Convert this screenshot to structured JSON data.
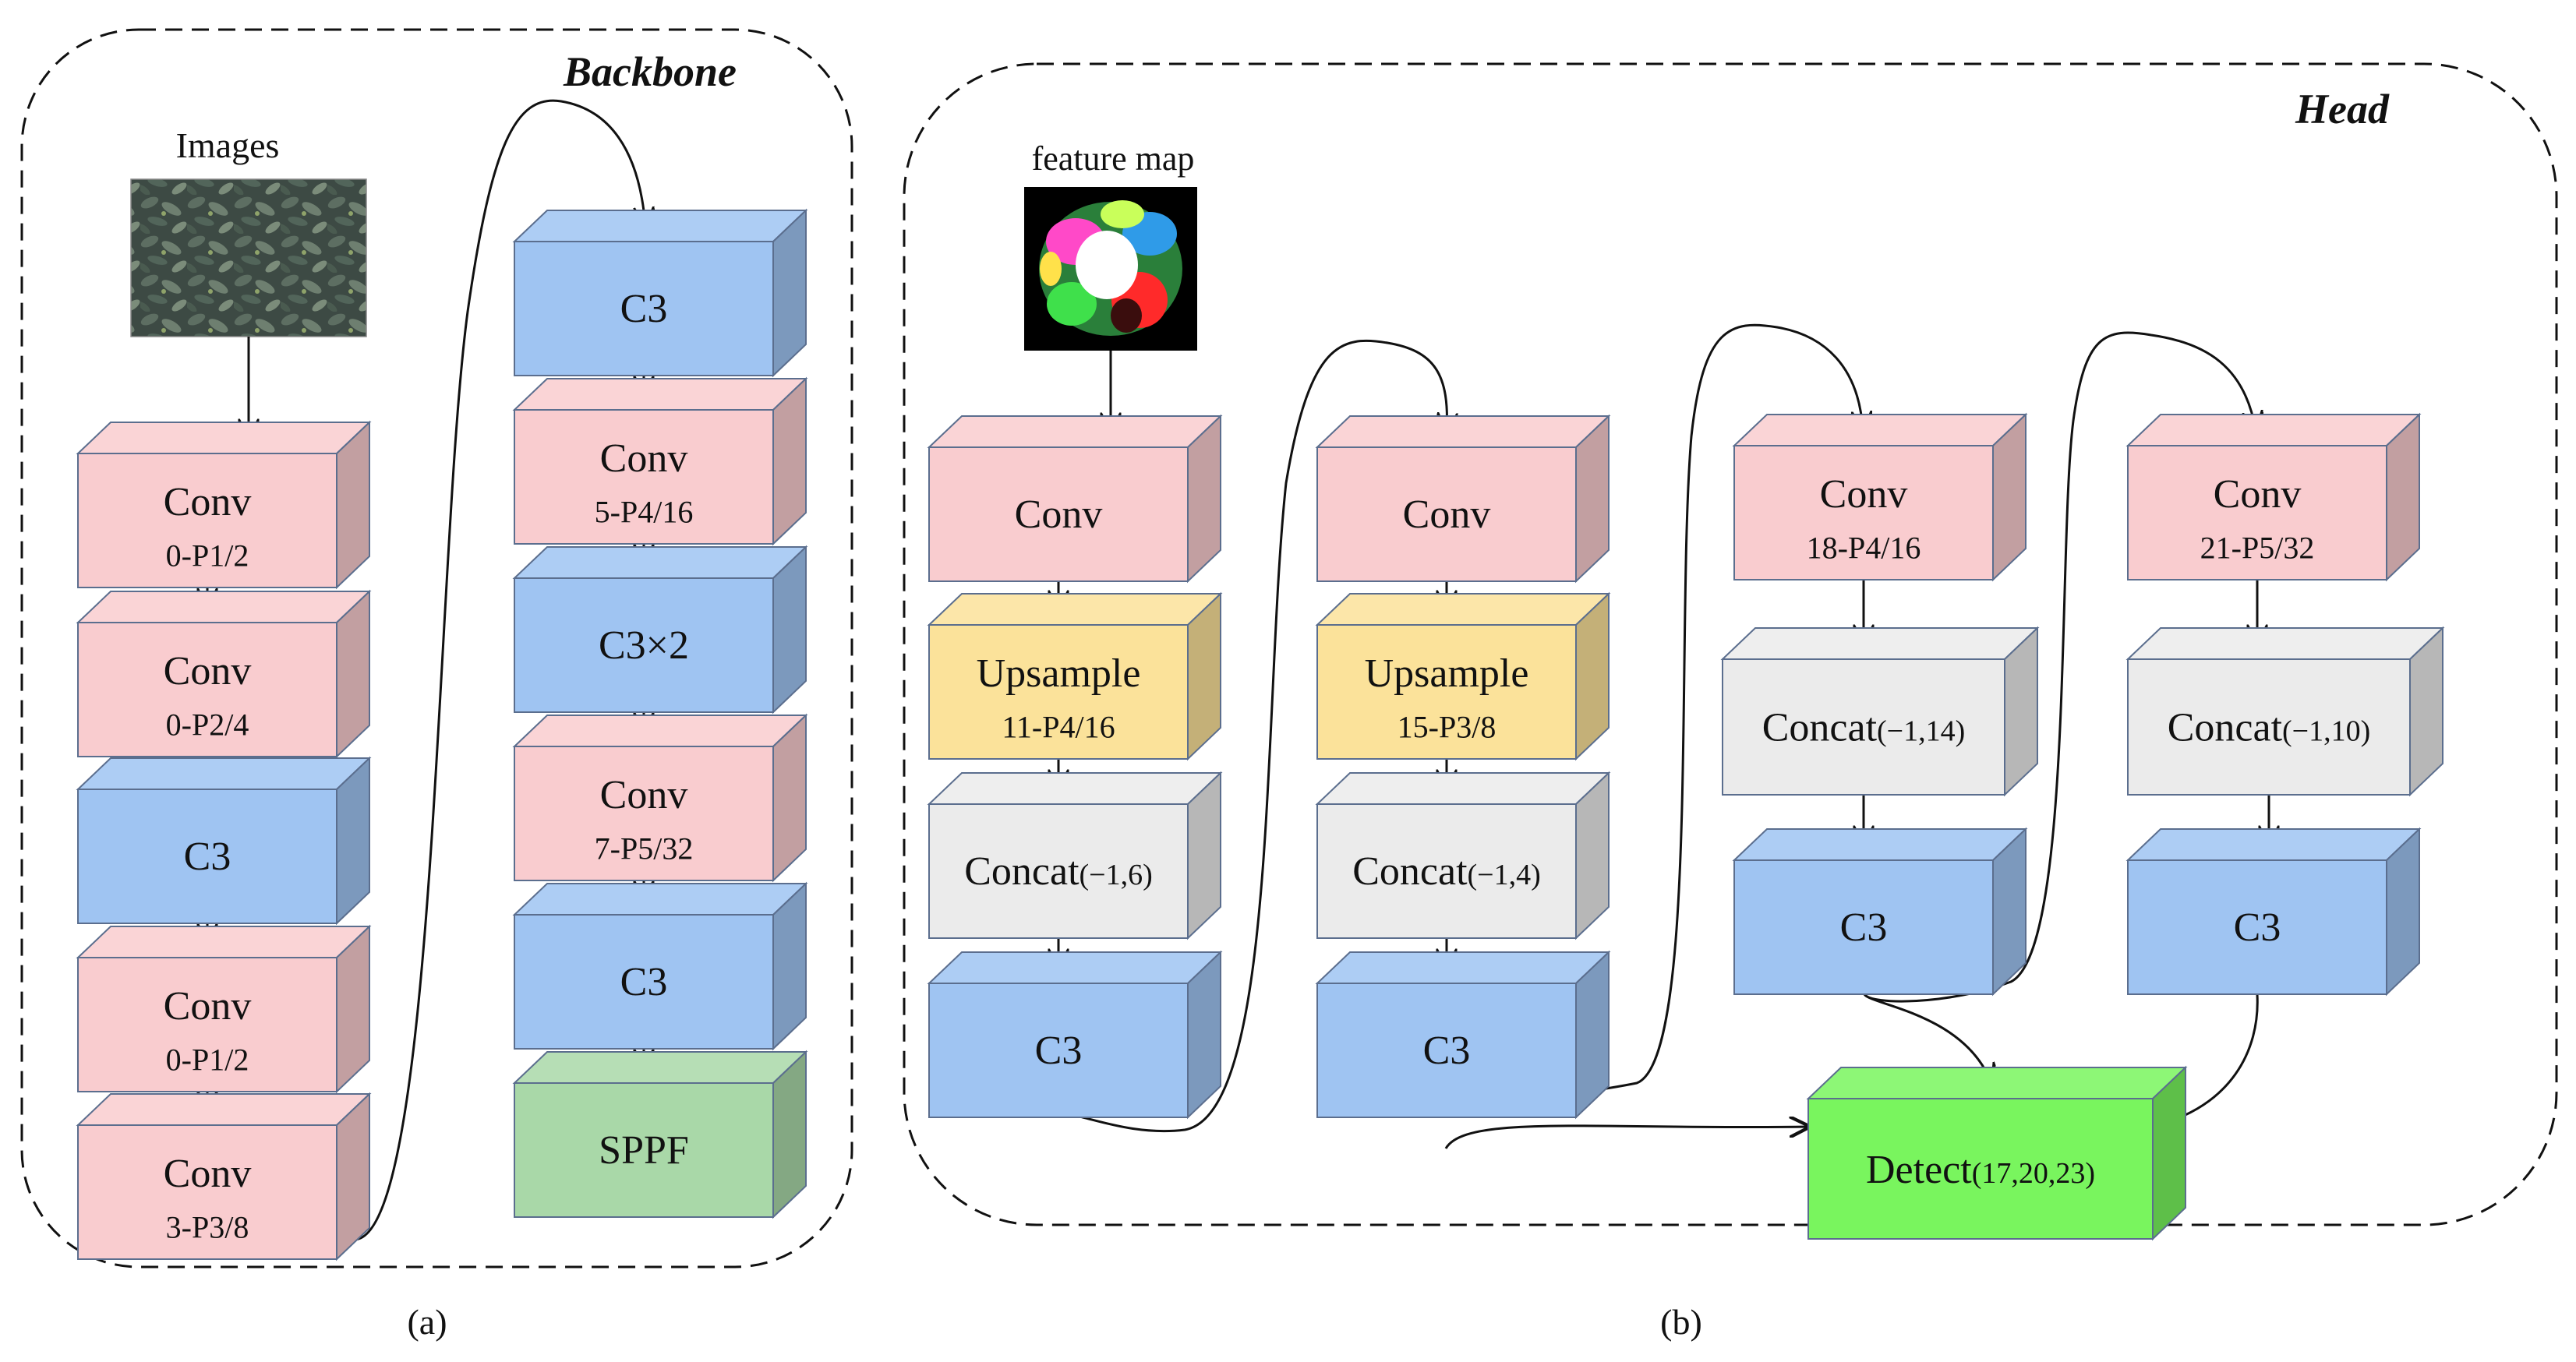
{
  "labels": {
    "backbone": "Backbone",
    "head": "Head",
    "images": "Images",
    "feature_map": "feature map",
    "caption_a": "(a)",
    "caption_b": "(b)"
  },
  "colors": {
    "pink": "#f9cccf",
    "blue": "#9fc4f2",
    "yellow": "#fbe29a",
    "gray": "#ebebeb",
    "green_sppf": "#a9d8a8",
    "green_detect": "#79f55e",
    "edge": "#5b6e8e",
    "line": "#111111"
  },
  "blocks": [
    {
      "id": "b_conv0",
      "main": "Conv",
      "sub": "0-P1/2",
      "color": "pink"
    },
    {
      "id": "b_conv1",
      "main": "Conv",
      "sub": "0-P2/4",
      "color": "pink"
    },
    {
      "id": "b_c3a",
      "main": "C3",
      "sub": "",
      "color": "blue"
    },
    {
      "id": "b_conv2",
      "main": "Conv",
      "sub": "0-P1/2",
      "color": "pink"
    },
    {
      "id": "b_conv3",
      "main": "Conv",
      "sub": "3-P3/8",
      "color": "pink"
    },
    {
      "id": "b_c3b",
      "main": "C3",
      "sub": "",
      "color": "blue"
    },
    {
      "id": "b_conv5",
      "main": "Conv",
      "sub": "5-P4/16",
      "color": "pink"
    },
    {
      "id": "b_c3x2",
      "main": "C3×2",
      "sub": "",
      "color": "blue"
    },
    {
      "id": "b_conv7",
      "main": "Conv",
      "sub": "7-P5/32",
      "color": "pink"
    },
    {
      "id": "b_c3c",
      "main": "C3",
      "sub": "",
      "color": "blue"
    },
    {
      "id": "b_sppf",
      "main": "SPPF",
      "sub": "",
      "color": "green_sppf"
    },
    {
      "id": "h_conv_a",
      "main": "Conv",
      "sub": "",
      "color": "pink"
    },
    {
      "id": "h_up11",
      "main": "Upsample",
      "sub": "11-P4/16",
      "color": "yellow"
    },
    {
      "id": "h_cat16",
      "main": "Concat",
      "small": "(−1,6)",
      "sub": "",
      "color": "gray"
    },
    {
      "id": "h_c3_1",
      "main": "C3",
      "sub": "",
      "color": "blue"
    },
    {
      "id": "h_conv_b",
      "main": "Conv",
      "sub": "",
      "color": "pink"
    },
    {
      "id": "h_up15",
      "main": "Upsample",
      "sub": "15-P3/8",
      "color": "yellow"
    },
    {
      "id": "h_cat14",
      "main": "Concat",
      "small": "(−1,4)",
      "sub": "",
      "color": "gray"
    },
    {
      "id": "h_c3_2",
      "main": "C3",
      "sub": "",
      "color": "blue"
    },
    {
      "id": "h_conv18",
      "main": "Conv",
      "sub": "18-P4/16",
      "color": "pink"
    },
    {
      "id": "h_cat114",
      "main": "Concat",
      "small": "(−1,14)",
      "sub": "",
      "color": "gray"
    },
    {
      "id": "h_c3_3",
      "main": "C3",
      "sub": "",
      "color": "blue"
    },
    {
      "id": "h_conv21",
      "main": "Conv",
      "sub": "21-P5/32",
      "color": "pink"
    },
    {
      "id": "h_cat110",
      "main": "Concat",
      "small": "(−1,10)",
      "sub": "",
      "color": "gray"
    },
    {
      "id": "h_c3_4",
      "main": "C3",
      "sub": "",
      "color": "blue"
    },
    {
      "id": "h_detect",
      "main": "Detect",
      "small": "(17,20,23)",
      "sub": "",
      "color": "green_detect"
    }
  ]
}
